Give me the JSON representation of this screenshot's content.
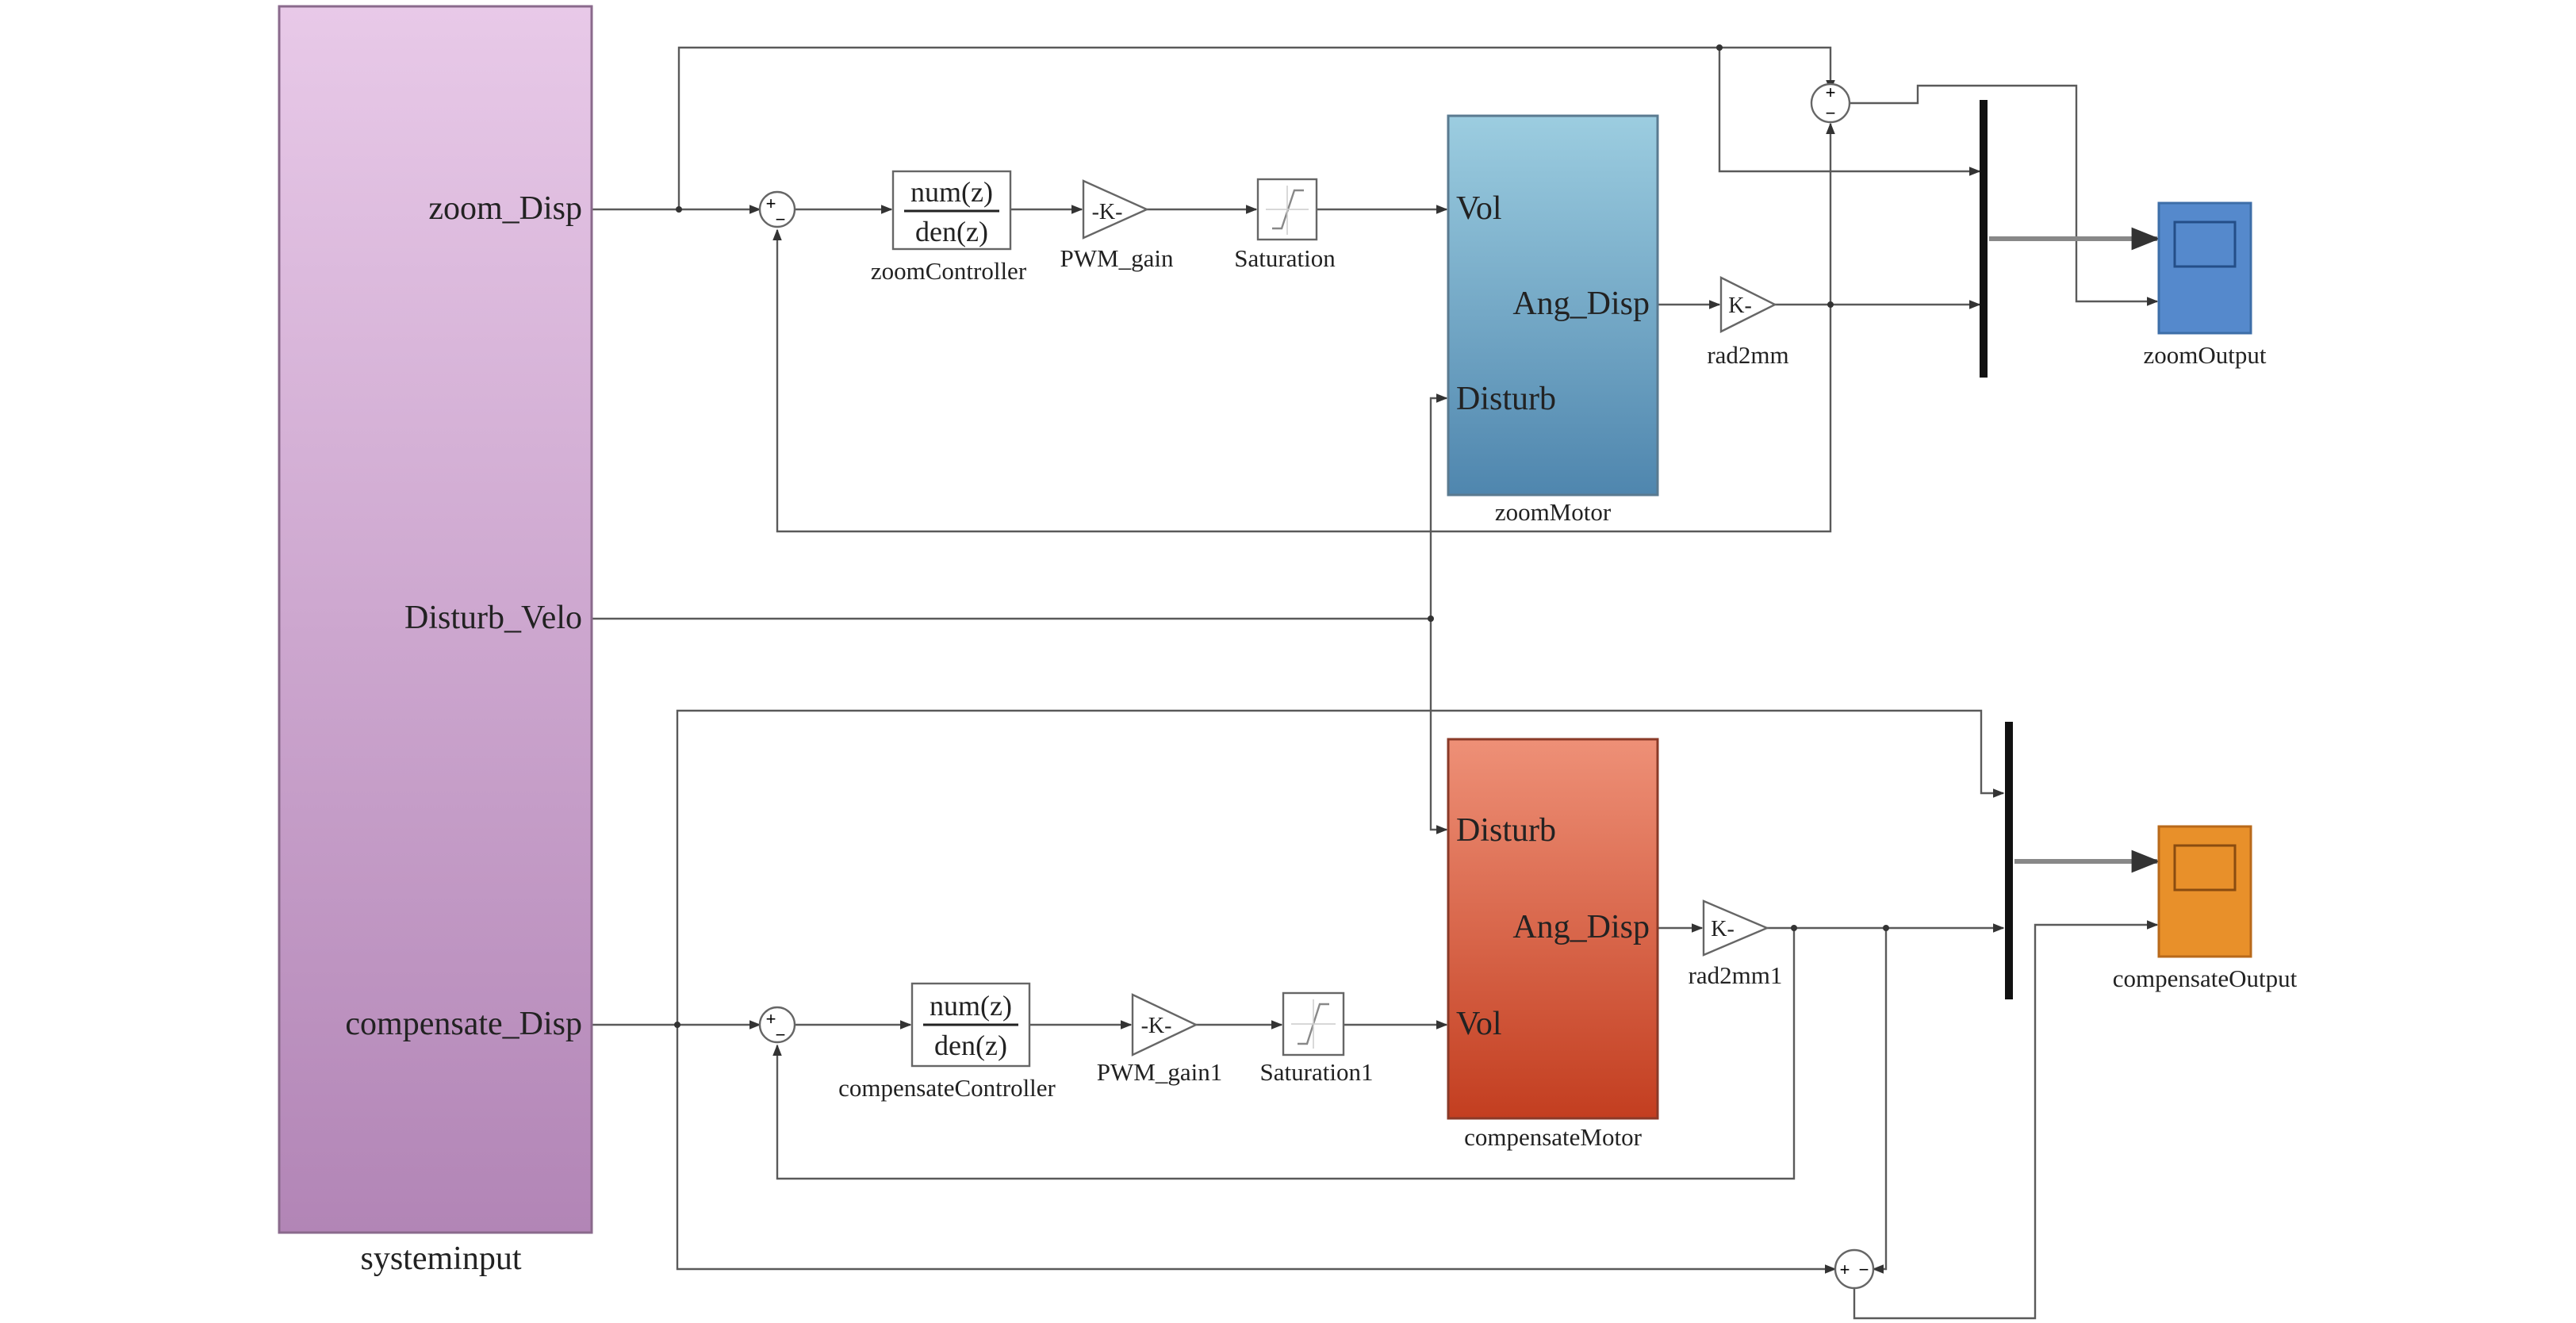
{
  "subsystem": {
    "name": "systeminput",
    "ports": [
      "zoom_Disp",
      "Disturb_Velo",
      "compensate_Disp"
    ]
  },
  "top_path": {
    "controller": {
      "name": "zoomController",
      "num": "num(z)",
      "den": "den(z)"
    },
    "gain": {
      "name": "PWM_gain",
      "text": "-K-"
    },
    "saturation": {
      "name": "Saturation"
    },
    "motor": {
      "name": "zoomMotor",
      "in_ports": [
        "Vol",
        "Disturb"
      ],
      "out_port": "Ang_Disp"
    },
    "conv_gain": {
      "name": "rad2mm",
      "text": "K-"
    },
    "scope": {
      "name": "zoomOutput"
    }
  },
  "bottom_path": {
    "controller": {
      "name": "compensateController",
      "num": "num(z)",
      "den": "den(z)"
    },
    "gain": {
      "name": "PWM_gain1",
      "text": "-K-"
    },
    "saturation": {
      "name": "Saturation1"
    },
    "motor": {
      "name": "compensateMotor",
      "in_ports": [
        "Disturb",
        "Vol"
      ],
      "out_port": "Ang_Disp"
    },
    "conv_gain": {
      "name": "rad2mm1",
      "text": "K-"
    },
    "scope": {
      "name": "compensateOutput"
    }
  },
  "sum_signs": {
    "plus": "+",
    "minus": "−"
  },
  "colors": {
    "systeminput_top": "#e8c9e8",
    "systeminput_bottom": "#b285b6",
    "zoomMotor_top": "#9ccde0",
    "zoomMotor_bottom": "#4f86ae",
    "compensateMotor_top": "#ee9077",
    "compensateMotor_bottom": "#c33e20",
    "zoomOutput": "#5589cc",
    "compensateOutput": "#e8902a"
  }
}
